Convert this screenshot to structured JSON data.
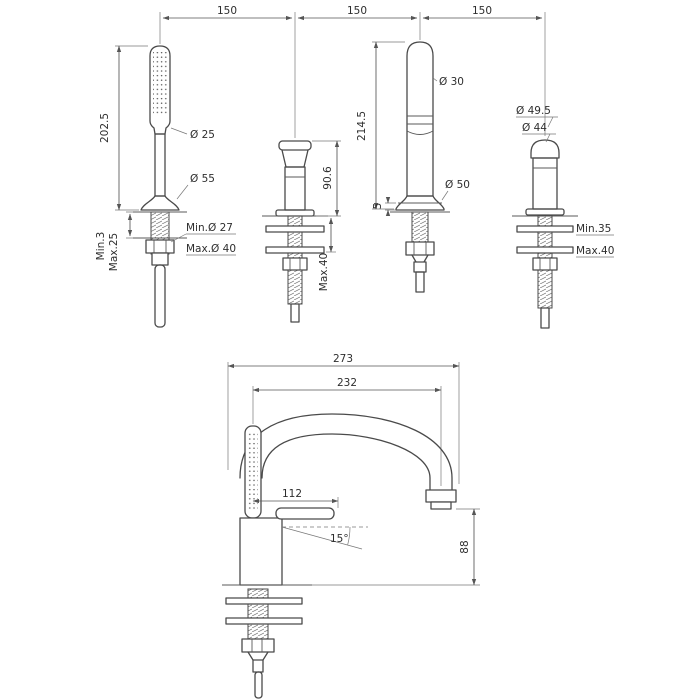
{
  "drawing": {
    "top_spans": [
      "150",
      "150",
      "150"
    ],
    "hand_shower": {
      "height": "202.5",
      "wand_dia": "Ø 25",
      "flange_dia": "Ø 55",
      "hole_min": "Min.Ø 27",
      "hole_max": "Max.Ø 40",
      "deck_min": "Min.3",
      "deck_max": "Max.25"
    },
    "left_handle": {
      "height": "90.6",
      "deck_max": "Max.40"
    },
    "spout": {
      "height": "214.5",
      "top_dia": "Ø 30",
      "base_dia": "Ø 50",
      "base_height": "5"
    },
    "right_handle": {
      "cap_dia": "Ø 49.5",
      "body_dia": "Ø 44",
      "deck_min": "Min.35",
      "deck_max": "Max.40"
    },
    "side_view": {
      "overall": "273",
      "reach": "232",
      "lever": "112",
      "angle": "15°",
      "height_to_deck": "88"
    }
  }
}
